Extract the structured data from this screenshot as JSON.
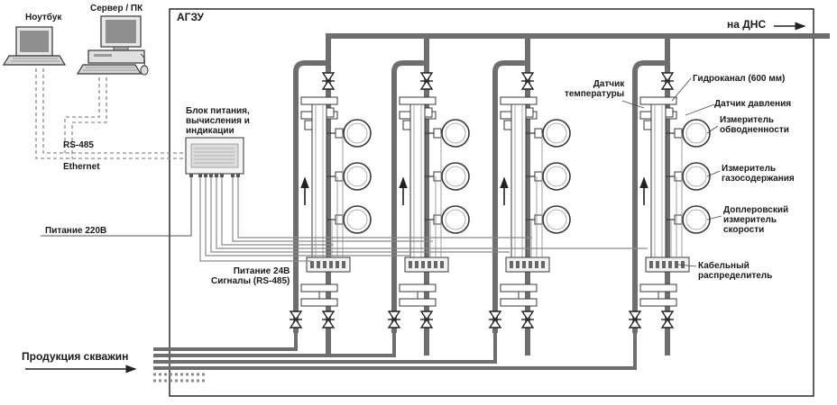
{
  "labels": {
    "notebook": "Ноутбук",
    "server": "Сервер / ПК",
    "agzu": "АГЗУ",
    "to_dns": "на ДНС",
    "power_unit": "Блок питания,\nвычисления и\nиндикации",
    "rs485": "RS-485",
    "ethernet": "Ethernet",
    "power_220": "Питание 220В",
    "power_24": "Питание 24В\nСигналы (RS-485)",
    "well_products": "Продукция скважин",
    "temp_sensor": "Датчик\nтемпературы",
    "hydrochannel": "Гидроканал (600 мм)",
    "pressure_sensor": "Датчик давления",
    "water_meter": "Измеритель\nобводненности",
    "gas_meter": "Измеритель\nгазосодержания",
    "doppler_meter": "Доплеровский\nизмеритель\nскорости",
    "cable_distributor": "Кабельный\nраспределитель"
  },
  "colors": {
    "pipe": "#6e6e6e",
    "line": "#3a3a3a",
    "dash": "#8a8a8a",
    "frame": "#2b2b2b"
  }
}
